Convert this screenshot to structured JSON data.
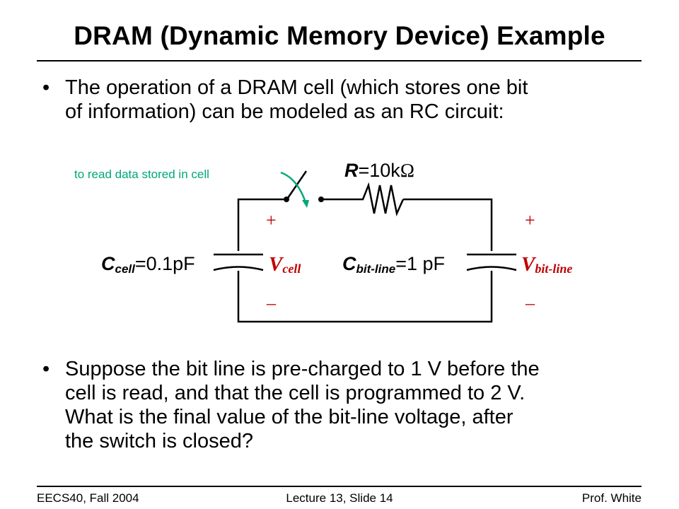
{
  "slide": {
    "title": "DRAM (Dynamic Memory Device) Example",
    "bullets": [
      {
        "text_line1": "The operation of a DRAM cell (which stores one bit",
        "text_line2": "of information) can be modeled as an RC circuit:"
      },
      {
        "text_line1": "Suppose the bit line is pre-charged to 1 V before the",
        "text_line2": "cell is read, and that the cell is programmed to 2 V.",
        "text_line3": "What is the final value of the bit-line voltage, after",
        "text_line4": "the switch is closed?"
      }
    ],
    "bullet_glyph": "•"
  },
  "circuit": {
    "switch_note": "to read data stored in cell",
    "resistor": {
      "symbol": "R",
      "value": "=10k",
      "unit_glyph": "Ω"
    },
    "cell_cap": {
      "symbol": "C",
      "subscript": "cell",
      "value": "=0.1pF"
    },
    "bitline_cap": {
      "symbol": "C",
      "subscript": "bit-line",
      "value": "=1 pF"
    },
    "v_cell": {
      "symbol": "V",
      "subscript": "cell"
    },
    "v_bitline": {
      "symbol": "V",
      "subscript": "bit-line"
    },
    "plus": "+",
    "minus": "–",
    "note_color": "#00a878"
  },
  "footer": {
    "left": "EECS40, Fall 2004",
    "center": "Lecture 13, Slide 14",
    "right": "Prof. White"
  }
}
